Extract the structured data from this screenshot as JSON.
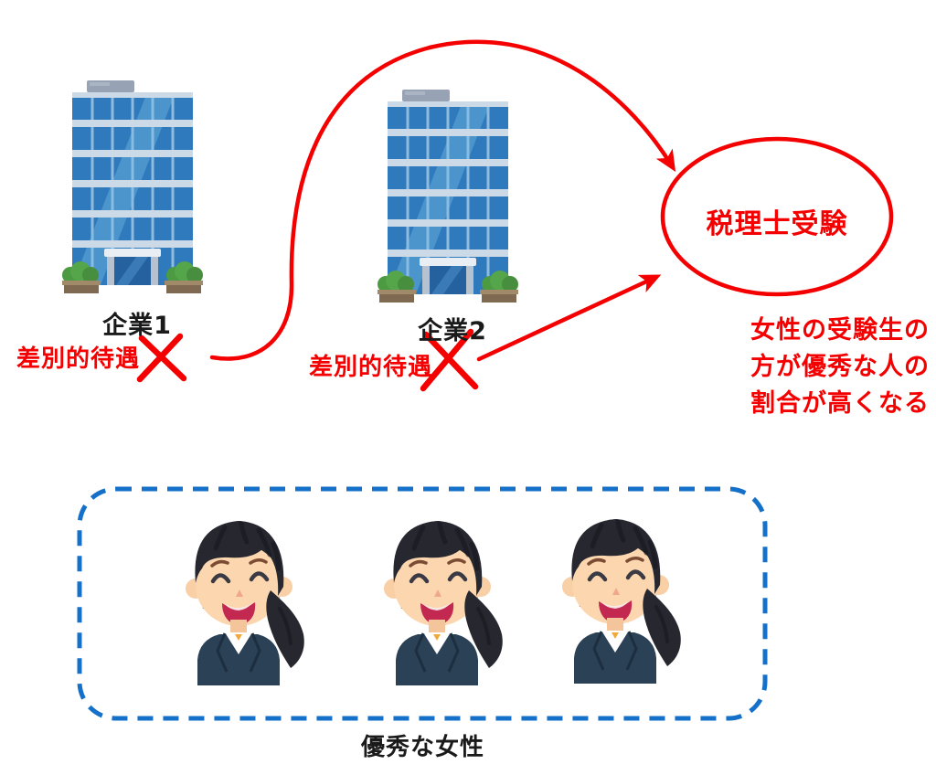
{
  "colors": {
    "accent_red": "#f40000",
    "group_box_blue": "#1470c8",
    "text_black": "#1a1a1a",
    "building_blue": "#2e7abc",
    "suit_navy": "#2b4156"
  },
  "companies": [
    {
      "label": "企業1",
      "treatment": "差別的待遇"
    },
    {
      "label": "企業2",
      "treatment": "差別的待遇"
    }
  ],
  "exam": {
    "label": "税理士受験"
  },
  "note": {
    "lines": [
      "女性の受験生の",
      "方が優秀な人の",
      "割合が高くなる"
    ]
  },
  "group": {
    "label": "優秀な女性",
    "member_count": 3
  },
  "figures": {
    "building_icon": "office-building-illustration",
    "woman_icon": "smiling-businesswoman-illustration",
    "x_mark_icon": "red-cross-mark",
    "arrow_icon": "red-arrow"
  }
}
